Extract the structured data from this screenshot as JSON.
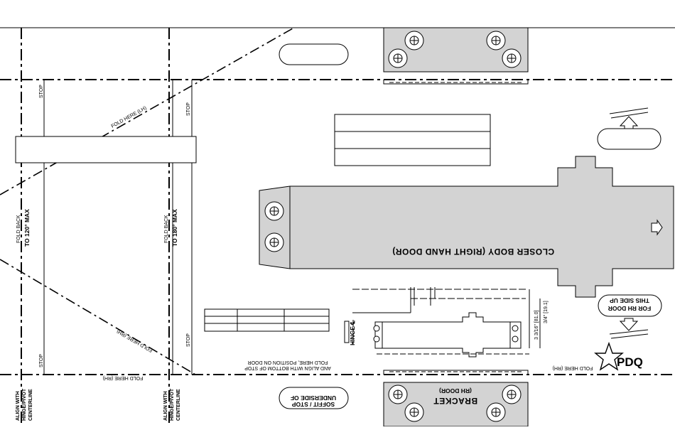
{
  "template": {
    "body_label": "CLOSER BODY (RIGHT HAND DOOR)",
    "bracket_label": "BRACKET",
    "bracket_sub": "(RH DOOR)",
    "this_side_up_1": "THIS SIDE UP",
    "this_side_up_2": "FOR RH DOOR",
    "underside_1": "UNDERSIDE OF",
    "underside_2": "SOFFIT / STOP",
    "fold_stop_1": "FOLD HERE, POSITION ON DOOR",
    "fold_stop_2": "AND ALIGN WITH BOTTOM OF STOP",
    "fold_lh": "FOLD HERE (LH)",
    "fold_rh": "FOLD HERE (RH)",
    "fold_rh_bottom": "FOLD HERE (RH)",
    "fold_rh_right": "FOLD HERE (RH)",
    "fold_back_label": "FOLD BACK",
    "fold_back_120": "TO 120° MAX",
    "fold_back_180": "TO 180° MAX",
    "stop": "STOP",
    "hinge_cl": "HINGE ℄",
    "dim_1": "3 3/16\" [81.0]",
    "dim_2": "3/4\" [19.1]",
    "align_1": "ALIGN WITH",
    "align_2": "HINGE/PIVOT",
    "align_3": "CENTERLINE",
    "logo": "PDQ",
    "colors": {
      "fill": "#d3d3d3",
      "line": "#000000",
      "paper": "#ffffff"
    }
  }
}
